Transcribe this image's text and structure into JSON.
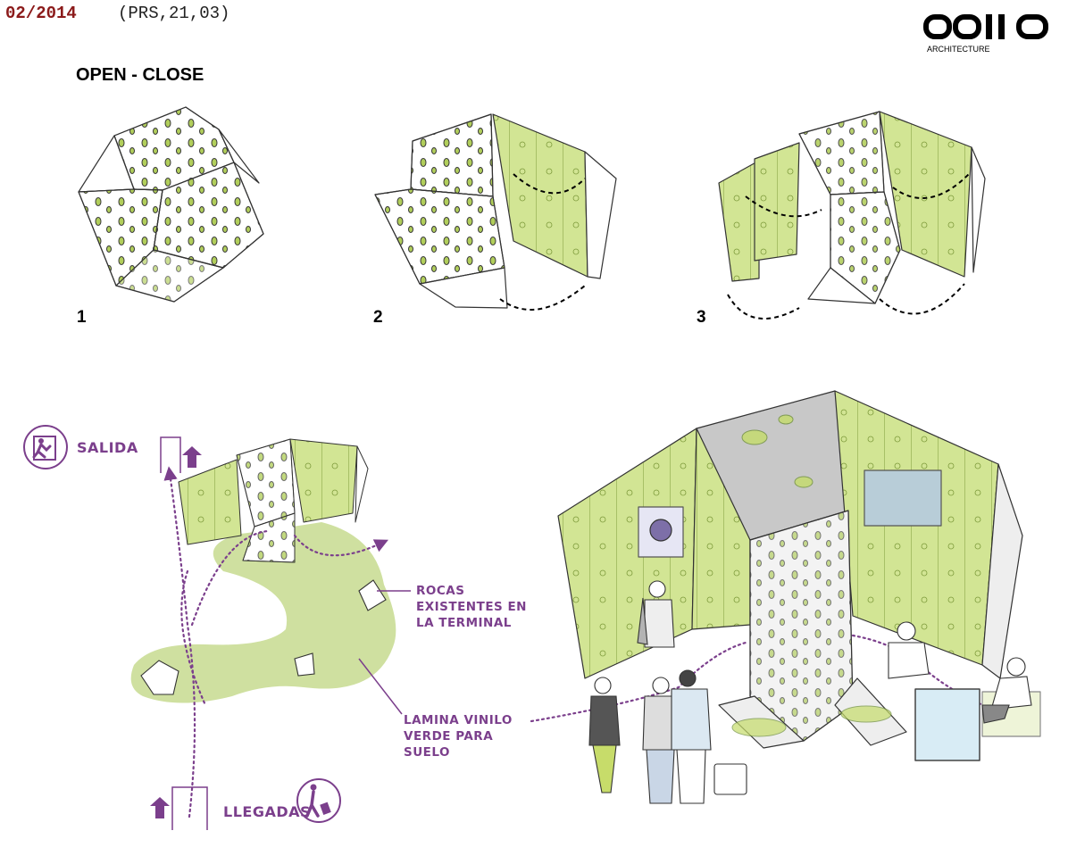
{
  "header": {
    "date": "02/2014",
    "code": "(PRS,21,03)"
  },
  "logo": {
    "mark": "OOIIO",
    "sub": "ARCHITECTURE"
  },
  "section_title": "OPEN - CLOSE",
  "steps": [
    {
      "label": "1"
    },
    {
      "label": "2"
    },
    {
      "label": "3"
    }
  ],
  "plan": {
    "exit_label": "SALIDA",
    "arrivals_label": "LLEGADAS",
    "rocks_label": "ROCAS\nEXISTENTES EN\nLA TERMINAL",
    "floor_label": "LAMINA VINILO\nVERDE PARA\nSUELO"
  },
  "colors": {
    "accent": "#7b3f8c",
    "green": "#cfe0a0",
    "lime": "#c5dc6a",
    "date": "#8b1a1a"
  },
  "icons": [
    "exit-person-icon",
    "traveler-luggage-icon",
    "arrow-up-icon",
    "door-icon"
  ]
}
